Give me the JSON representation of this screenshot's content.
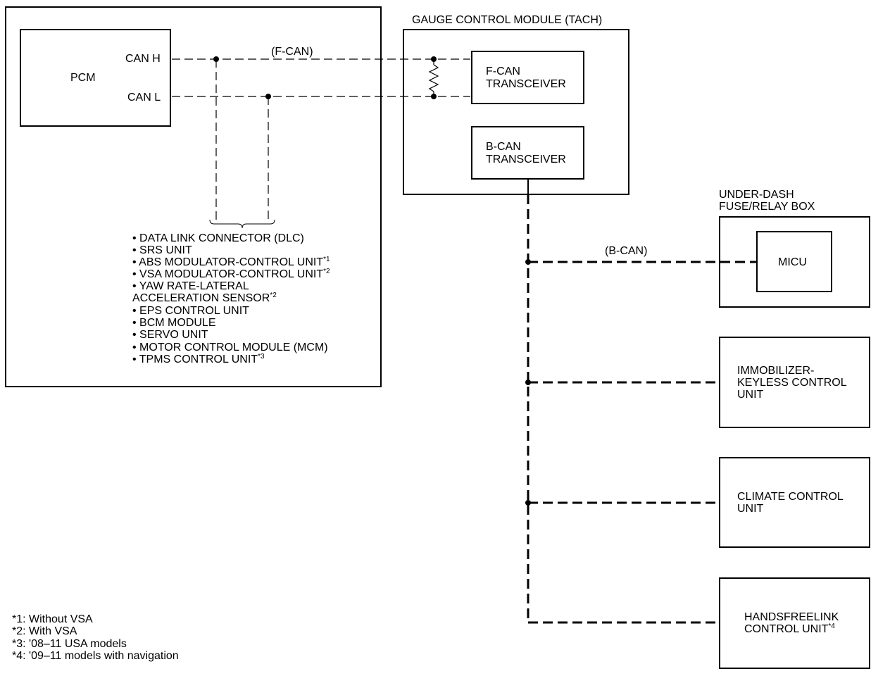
{
  "modules": {
    "pcm": "PCM",
    "can_h": "CAN H",
    "can_l": "CAN L",
    "gauge_title": "GAUGE CONTROL MODULE (TACH)",
    "fcan_transceiver": [
      "F-CAN",
      "TRANSCEIVER"
    ],
    "bcan_transceiver": [
      "B-CAN",
      "TRANSCEIVER"
    ],
    "fuse_box_title": [
      "UNDER-DASH",
      "FUSE/RELAY BOX"
    ],
    "micu": "MICU",
    "immobilizer": [
      "IMMOBILIZER-",
      "KEYLESS CONTROL",
      "UNIT"
    ],
    "climate": [
      "CLIMATE CONTROL",
      "UNIT"
    ],
    "handsfree": [
      "HANDSFREELINK",
      "CONTROL UNIT"
    ],
    "handsfree_sup": "*4"
  },
  "buses": {
    "fcan": "(F-CAN)",
    "bcan": "(B-CAN)"
  },
  "fcan_units": [
    {
      "text": "• DATA LINK CONNECTOR (DLC)",
      "sup": ""
    },
    {
      "text": "• SRS UNIT",
      "sup": ""
    },
    {
      "text": "• ABS MODULATOR-CONTROL UNIT",
      "sup": "*1"
    },
    {
      "text": "• VSA MODULATOR-CONTROL UNIT",
      "sup": "*2"
    },
    {
      "text": "• YAW RATE-LATERAL",
      "sup": ""
    },
    {
      "text": "ACCELERATION SENSOR",
      "sup": "*2"
    },
    {
      "text": "• EPS CONTROL UNIT",
      "sup": ""
    },
    {
      "text": "• BCM MODULE",
      "sup": ""
    },
    {
      "text": "• SERVO UNIT",
      "sup": ""
    },
    {
      "text": "• MOTOR CONTROL MODULE (MCM)",
      "sup": ""
    },
    {
      "text": "• TPMS CONTROL UNIT",
      "sup": "*3"
    }
  ],
  "footnotes": [
    "*1:  Without VSA",
    "*2:  With VSA",
    "*3:  '08–11 USA models",
    "*4:  '09–11 models with navigation"
  ]
}
